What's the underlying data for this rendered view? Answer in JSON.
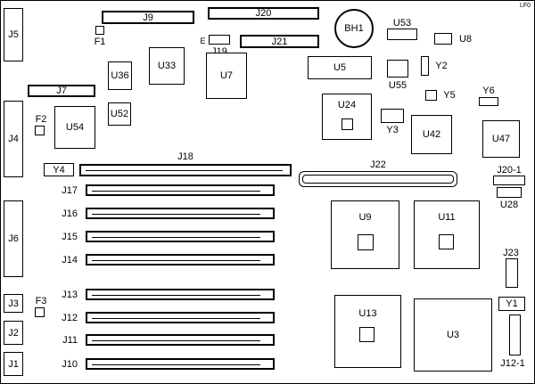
{
  "page": {
    "corner_text": "LF0",
    "colors": {
      "line": "#000000",
      "background": "#ffffff"
    }
  },
  "labels": {
    "J1": "J1",
    "J2": "J2",
    "J3": "J3",
    "J4": "J4",
    "J5": "J5",
    "J6": "J6",
    "J7": "J7",
    "J9": "J9",
    "J10": "J10",
    "J11": "J11",
    "J12": "J12",
    "J12-1": "J12-1",
    "J13": "J13",
    "J14": "J14",
    "J15": "J15",
    "J16": "J16",
    "J17": "J17",
    "J18": "J18",
    "J19": "J19",
    "J20": "J20",
    "J20-1": "J20-1",
    "J21": "J21",
    "J22": "J22",
    "J23": "J23",
    "E": "E",
    "F1": "F1",
    "F2": "F2",
    "F3": "F3",
    "Y1": "Y1",
    "Y2": "Y2",
    "Y3": "Y3",
    "Y4": "Y4",
    "Y5": "Y5",
    "Y6": "Y6",
    "BH1": "BH1",
    "U3": "U3",
    "U5": "U5",
    "U7": "U7",
    "U8": "U8",
    "U9": "U9",
    "U11": "U11",
    "U13": "U13",
    "U24": "U24",
    "U28": "U28",
    "U33": "U33",
    "U36": "U36",
    "U42": "U42",
    "U47": "U47",
    "U52": "U52",
    "U53": "U53",
    "U54": "U54",
    "U55": "U55"
  }
}
